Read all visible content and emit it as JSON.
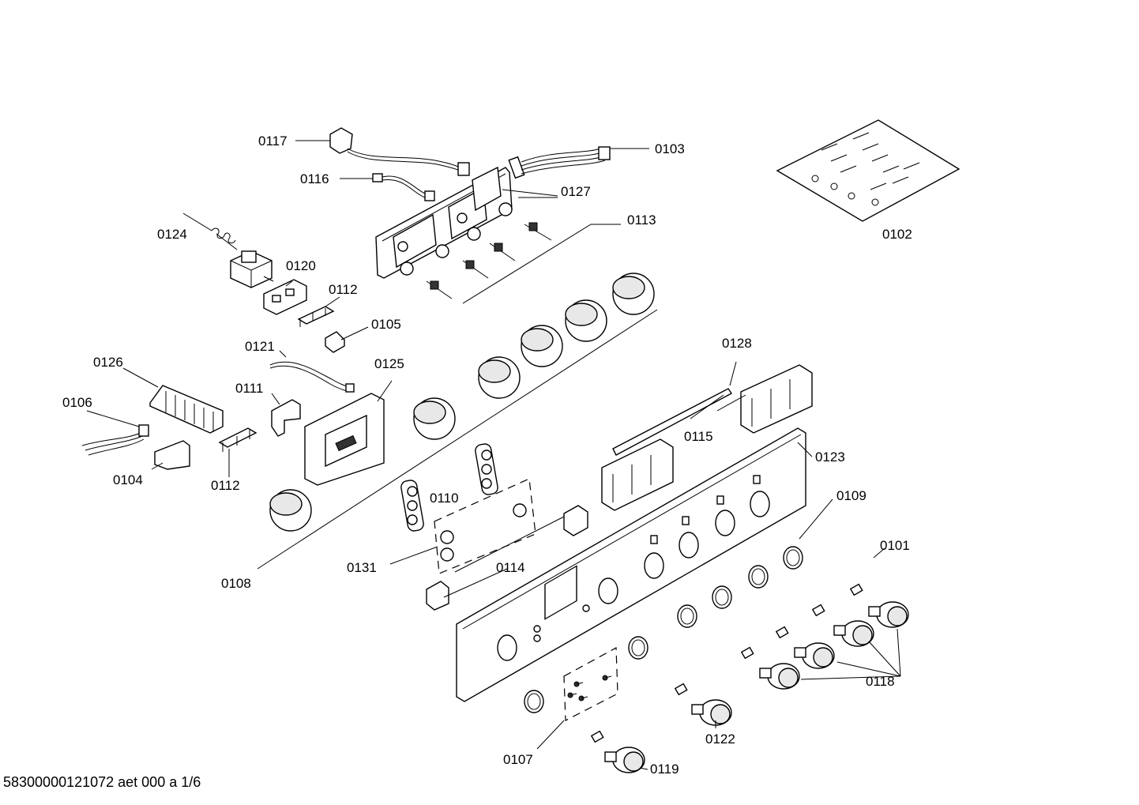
{
  "callouts": [
    {
      "id": "0117",
      "label": "0117"
    },
    {
      "id": "0116",
      "label": "0116"
    },
    {
      "id": "0103",
      "label": "0103"
    },
    {
      "id": "0127",
      "label": "0127"
    },
    {
      "id": "0113",
      "label": "0113"
    },
    {
      "id": "0124",
      "label": "0124"
    },
    {
      "id": "0120",
      "label": "0120"
    },
    {
      "id": "0112a",
      "label": "0112"
    },
    {
      "id": "0105",
      "label": "0105"
    },
    {
      "id": "0121",
      "label": "0121"
    },
    {
      "id": "0126",
      "label": "0126"
    },
    {
      "id": "0125",
      "label": "0125"
    },
    {
      "id": "0111",
      "label": "0111"
    },
    {
      "id": "0106",
      "label": "0106"
    },
    {
      "id": "0104",
      "label": "0104"
    },
    {
      "id": "0112b",
      "label": "0112"
    },
    {
      "id": "0102",
      "label": "0102"
    },
    {
      "id": "0128",
      "label": "0128"
    },
    {
      "id": "0115",
      "label": "0115"
    },
    {
      "id": "0123",
      "label": "0123"
    },
    {
      "id": "0109",
      "label": "0109"
    },
    {
      "id": "0110",
      "label": "0110"
    },
    {
      "id": "0131",
      "label": "0131"
    },
    {
      "id": "0114",
      "label": "0114"
    },
    {
      "id": "0108",
      "label": "0108"
    },
    {
      "id": "0101",
      "label": "0101"
    },
    {
      "id": "0118",
      "label": "0118"
    },
    {
      "id": "0122",
      "label": "0122"
    },
    {
      "id": "0107",
      "label": "0107"
    },
    {
      "id": "0119",
      "label": "0119"
    }
  ],
  "footer": "58300000121072 aet 000 a 1/6"
}
